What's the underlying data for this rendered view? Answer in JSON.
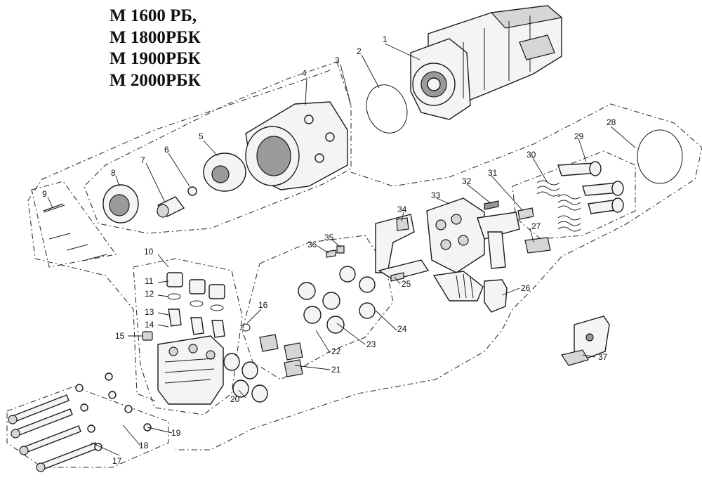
{
  "title_lines": [
    "M 1600 РБ,",
    "M 1800РБК",
    "M 1900РБК",
    "M 2000РБК"
  ],
  "callouts": [
    "1",
    "2",
    "3",
    "4",
    "5",
    "6",
    "7",
    "8",
    "9",
    "10",
    "11",
    "12",
    "13",
    "14",
    "15",
    "16",
    "17",
    "18",
    "19",
    "20",
    "21",
    "22",
    "23",
    "24",
    "25",
    "26",
    "27",
    "28",
    "29",
    "30",
    "31",
    "32",
    "33",
    "34",
    "35",
    "36",
    "37"
  ],
  "colors": {
    "line": "#1a1a1a",
    "part_fill": "#f4f4f4",
    "shade": "#9a9a9a",
    "background": "#ffffff"
  }
}
